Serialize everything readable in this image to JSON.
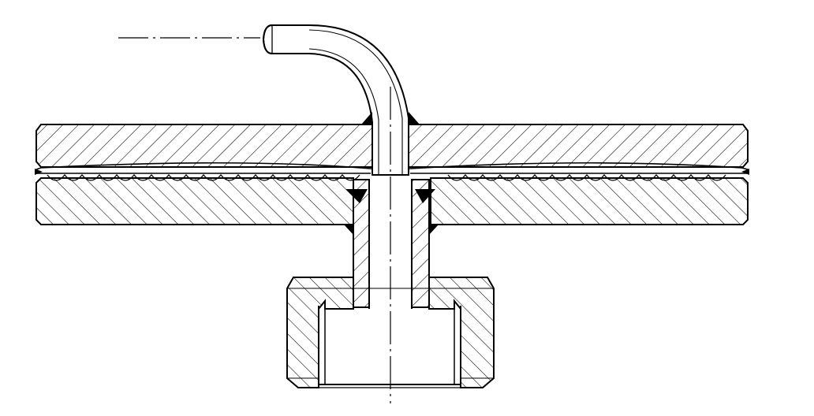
{
  "drawing": {
    "labels": [],
    "colors": {
      "line": "#000000",
      "paper": "#ffffff",
      "weld_fill": "#000000"
    },
    "hatch_patterns": [
      "diagonal-forward",
      "diagonal-backward"
    ],
    "parts": [
      "bent-tube",
      "top-plate",
      "bottom-plate",
      "diaphragm-gap",
      "center-tube",
      "weld-seams",
      "threaded-nut",
      "center-axis-line",
      "horizontal-axis-line"
    ]
  }
}
